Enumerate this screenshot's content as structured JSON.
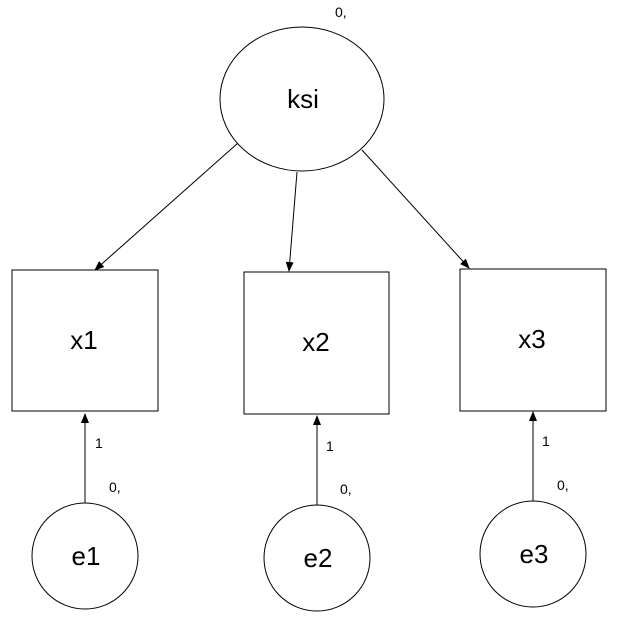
{
  "diagram": {
    "latent": {
      "label": "ksi",
      "param": "0,"
    },
    "observed": [
      {
        "label": "x1"
      },
      {
        "label": "x2"
      },
      {
        "label": "x3"
      }
    ],
    "errors": [
      {
        "label": "e1",
        "param": "0,",
        "path_label": "1"
      },
      {
        "label": "e2",
        "param": "0,",
        "path_label": "1"
      },
      {
        "label": "e3",
        "param": "0,",
        "path_label": "1"
      }
    ]
  }
}
